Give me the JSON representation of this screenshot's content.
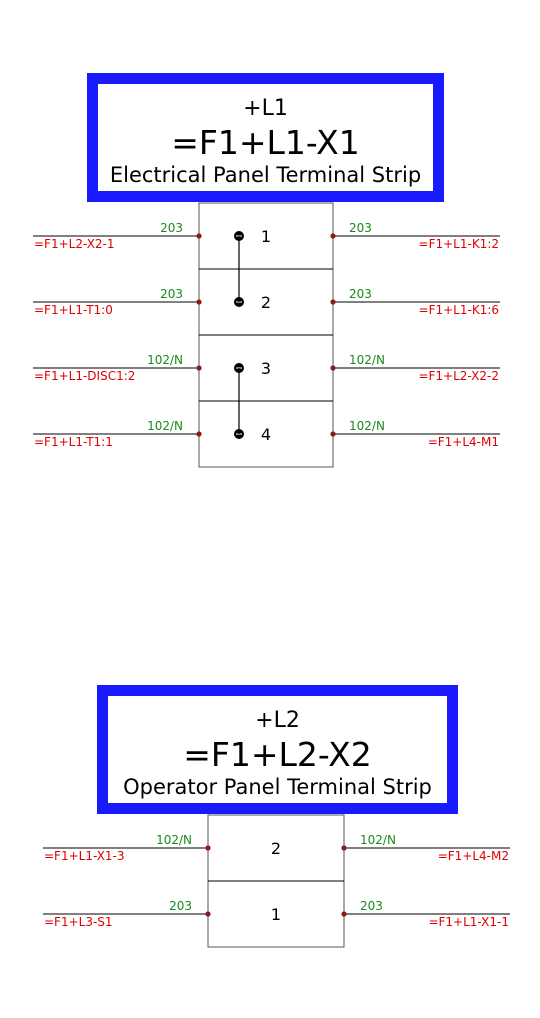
{
  "colors": {
    "header_border": "#1a1aff",
    "wire_label": "#1a8a1a",
    "destination_label": "#e00000",
    "connection_dot": "#8b1a1a",
    "lines": "#000000"
  },
  "strips": [
    {
      "location": "+L1",
      "tag": "=F1+L1-X1",
      "description": "Electrical Panel Terminal Strip",
      "terminals": [
        {
          "number": "1",
          "left_wire": "203",
          "left_dest": "=F1+L2-X2-1",
          "right_wire": "203",
          "right_dest": "=F1+L1-K1:2"
        },
        {
          "number": "2",
          "left_wire": "203",
          "left_dest": "=F1+L1-T1:0",
          "right_wire": "203",
          "right_dest": "=F1+L1-K1:6"
        },
        {
          "number": "3",
          "left_wire": "102/N",
          "left_dest": "=F1+L1-DISC1:2",
          "right_wire": "102/N",
          "right_dest": "=F1+L2-X2-2"
        },
        {
          "number": "4",
          "left_wire": "102/N",
          "left_dest": "=F1+L1-T1:1",
          "right_wire": "102/N",
          "right_dest": "=F1+L4-M1"
        }
      ],
      "jumpers": [
        [
          1,
          2
        ],
        [
          3,
          4
        ]
      ],
      "has_bridge_icons": true
    },
    {
      "location": "+L2",
      "tag": "=F1+L2-X2",
      "description": "Operator Panel Terminal Strip",
      "terminals": [
        {
          "number": "2",
          "left_wire": "102/N",
          "left_dest": "=F1+L1-X1-3",
          "right_wire": "102/N",
          "right_dest": "=F1+L4-M2"
        },
        {
          "number": "1",
          "left_wire": "203",
          "left_dest": "=F1+L3-S1",
          "right_wire": "203",
          "right_dest": "=F1+L1-X1-1"
        }
      ],
      "jumpers": [],
      "has_bridge_icons": false
    }
  ]
}
